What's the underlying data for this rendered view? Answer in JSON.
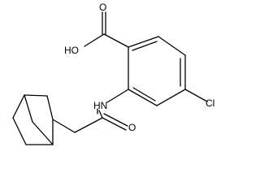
{
  "diagram": {
    "type": "chemical-structure",
    "background_color": "#ffffff",
    "bond_color": "#000000",
    "atom_labels": {
      "oxygen_carbonyl_acid": "O",
      "hydroxyl": "HO",
      "amide_nh": "HN",
      "chlorine": "Cl",
      "oxygen_carbonyl_amide": "O"
    }
  }
}
